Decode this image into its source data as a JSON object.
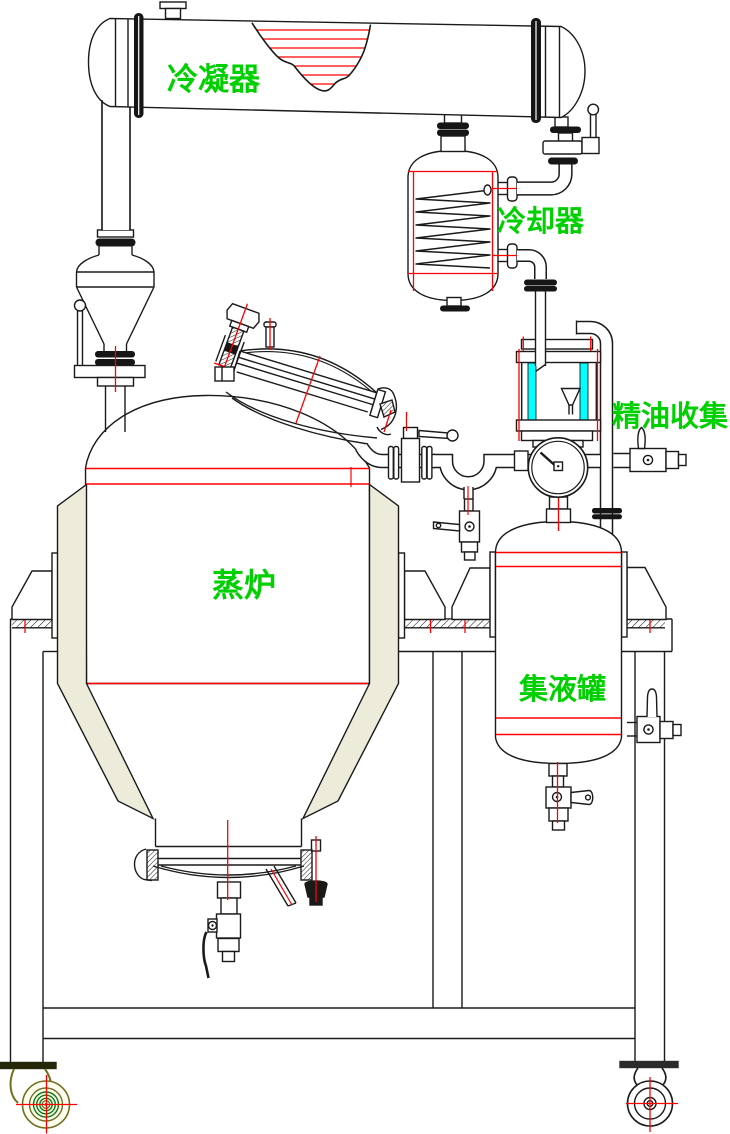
{
  "diagram_title": "essential-oil distillation equipment engineering drawing",
  "labels": {
    "condenser": {
      "text": "冷凝器"
    },
    "cooler": {
      "text": "冷却器"
    },
    "oil_collector": {
      "text": "精油收集"
    },
    "steam_furnace": {
      "text": "蒸炉"
    },
    "collection_tank": {
      "text": "集液罐"
    }
  },
  "colors": {
    "line": "#1a1a1a",
    "centerline_red": "#ff0000",
    "label_green": "#00d000",
    "glass_cyan": "#00ffff",
    "jacket_beige": "#edecdb",
    "caster_olive": "#6f6f1f",
    "caster_green": "#0e7a0e",
    "background": "#ffffff"
  }
}
